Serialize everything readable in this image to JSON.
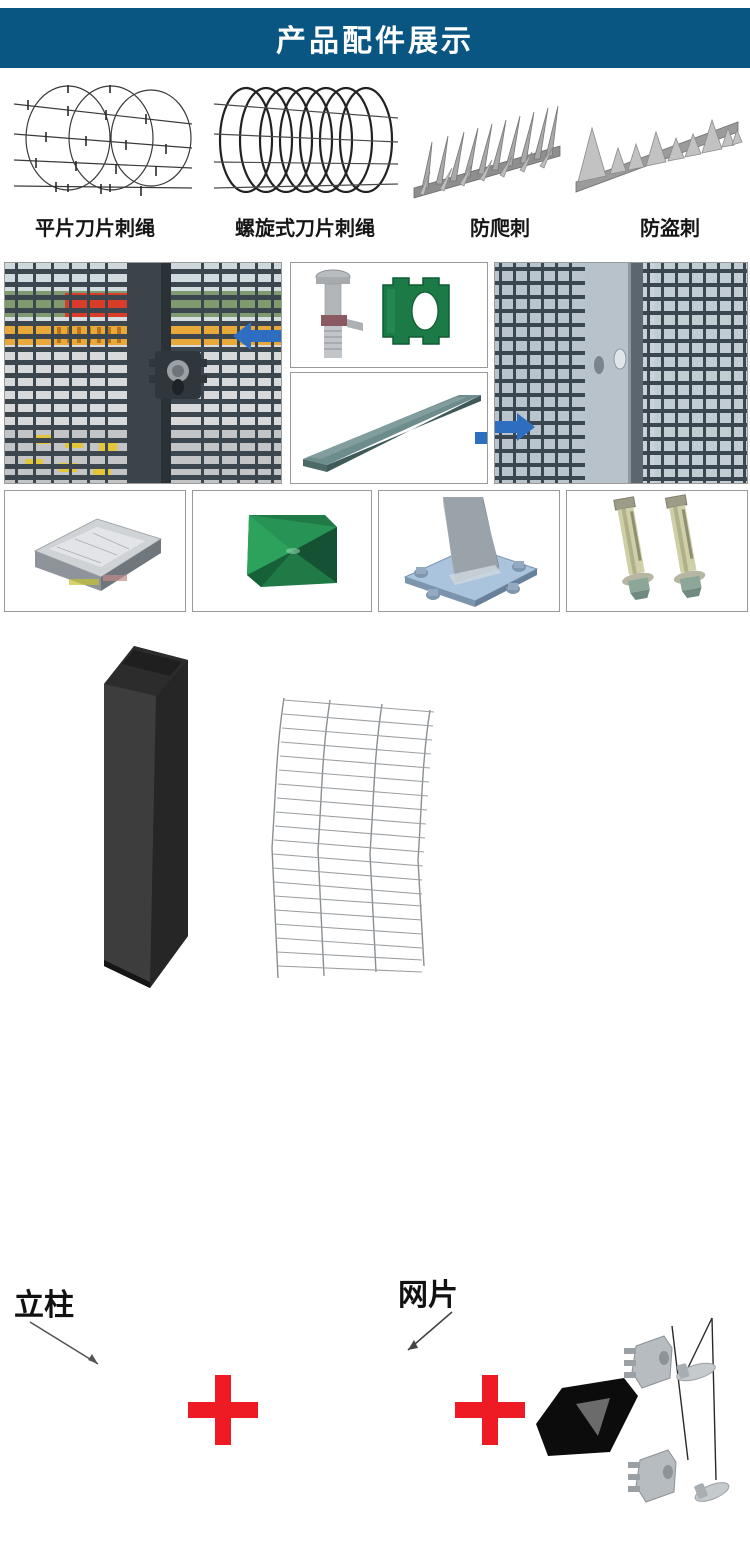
{
  "header": {
    "title": "产品配件展示"
  },
  "colors": {
    "header_band": "#0a5683",
    "header_text": "#ffffff",
    "arrow_blue": "#2e6ec0",
    "plus_red": "#ee1b24",
    "panel_border": "#9a9a9a",
    "post_dark": "#343434",
    "cap_green": "#1f7a46",
    "page_background": "#ffffff"
  },
  "row_top": {
    "items": [
      {
        "label": "平片刀片刺绳",
        "icon": "flat-razor-wire-coil"
      },
      {
        "label": "螺旋式刀片刺绳",
        "icon": "spiral-razor-wire-coil"
      },
      {
        "label": "防爬刺",
        "icon": "anti-climb-spikes"
      },
      {
        "label": "防盗刺",
        "icon": "anti-theft-spikes"
      }
    ]
  },
  "row_photos": {
    "panels": [
      {
        "name": "fence-panel-with-clamp-photo",
        "arrow": "left"
      },
      {
        "name": "security-bolt-and-green-clamp-photo"
      },
      {
        "name": "flat-steel-bar-photo"
      },
      {
        "name": "fence-mesh-with-post-photo",
        "arrow": "right"
      }
    ]
  },
  "row_parts": {
    "items": [
      {
        "name": "galvanized-post-cap"
      },
      {
        "name": "green-post-cap"
      },
      {
        "name": "post-base-plate"
      },
      {
        "name": "expansion-anchor-bolts"
      }
    ]
  },
  "row_assembly": {
    "post_label": "立柱",
    "mesh_label": "网片",
    "plus_symbol": "+",
    "parts": [
      {
        "name": "post-column",
        "label": "立柱"
      },
      {
        "name": "mesh-panel",
        "label": "网片"
      },
      {
        "name": "post-cap-and-clamps"
      }
    ]
  }
}
